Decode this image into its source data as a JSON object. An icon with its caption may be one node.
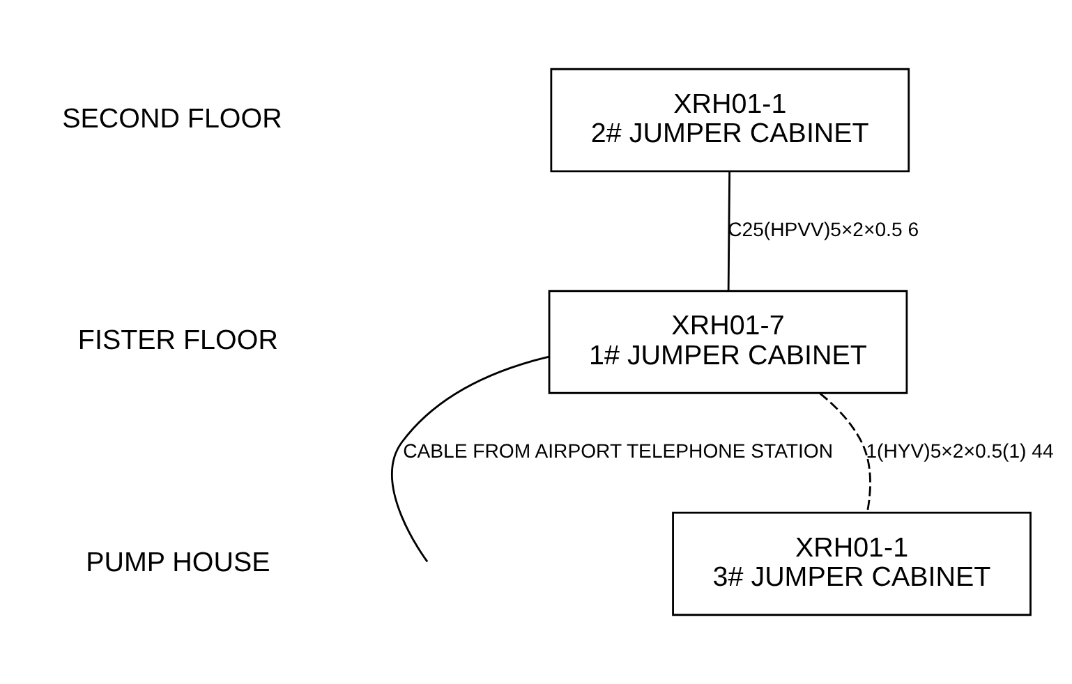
{
  "diagram": {
    "nodes": [
      {
        "text": [
          "XRH01-1",
          "2# JUMPER CABINET"
        ]
      },
      {
        "text": [
          "XRH01-7",
          "1# JUMPER CABINET"
        ]
      },
      {
        "text": [
          "XRH01-1",
          "3# JUMPER CABINET"
        ]
      }
    ],
    "edges": [
      {
        "from": 0,
        "to": 1,
        "arrow": "none",
        "label": "C25(HPVV)5×2×0.5 6"
      },
      {
        "from": 1,
        "to": 2,
        "arrow": "none",
        "style": "dashed",
        "label": "1(HYV)5×2×0.5(1) 44"
      },
      {
        "from": null,
        "to": 1,
        "arrow": "none",
        "label": "CABLE FROM AIRPORT TELEPHONE STATION"
      }
    ],
    "labels": [
      "SECOND FLOOR",
      "FISTER FLOOR",
      "PUMP HOUSE"
    ]
  }
}
